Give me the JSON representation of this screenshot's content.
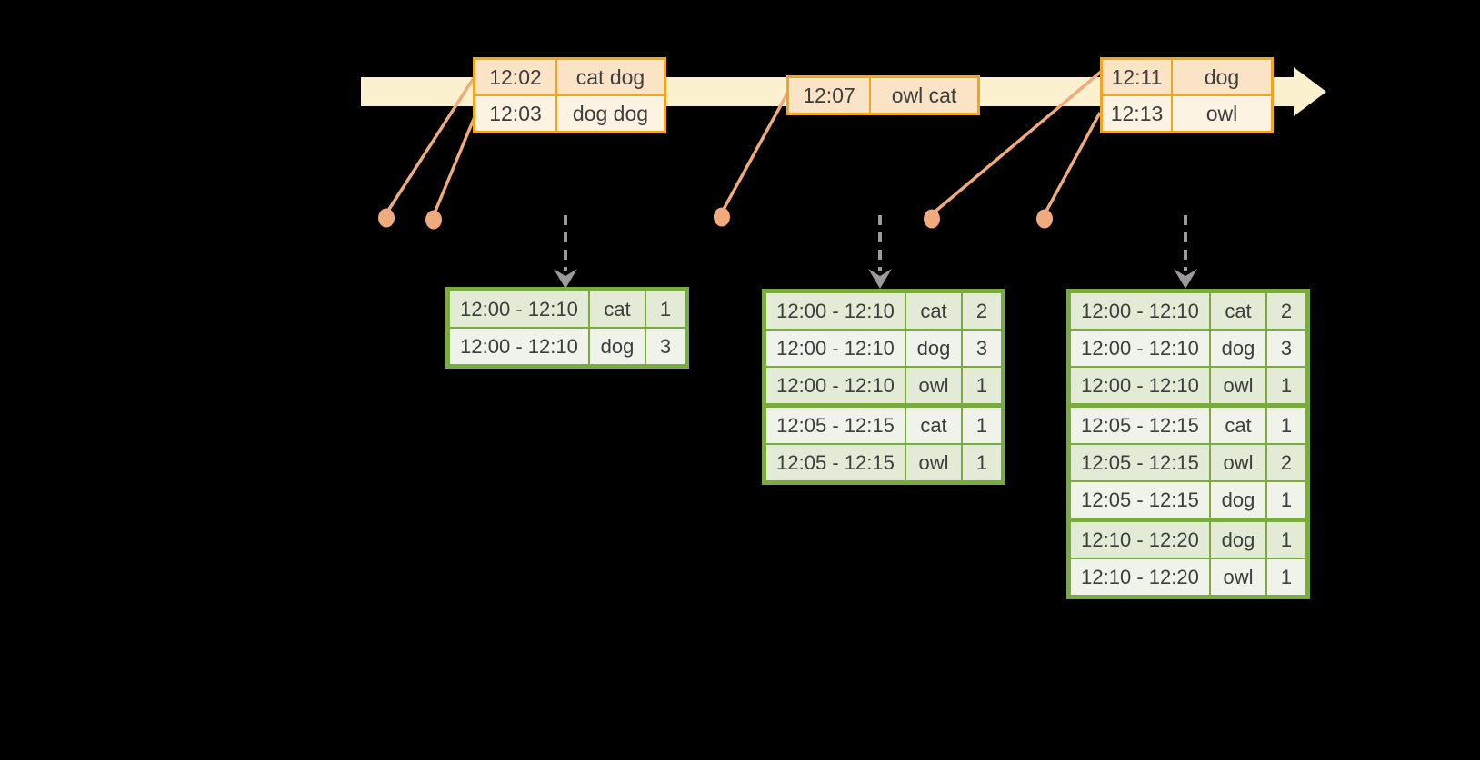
{
  "colors": {
    "background": "#000000",
    "timeline_fill": "#FBF1CE",
    "event_table_border": "#F0A621",
    "event_row_dark": "#FBE4C6",
    "event_row_light": "#FDF3E3",
    "connector_salmon": "#EFAA7D",
    "trigger_arrow_gray": "#9B9B9B",
    "result_table_border": "#79AB41",
    "result_row_dark": "#E3EBD6",
    "result_row_light": "#EFF3EA",
    "text": "#3E3E3E"
  },
  "icons": {
    "timeline_arrowhead": "right-arrowhead",
    "event_dot": "filled-circle",
    "trigger_arrow": "dashed-down-arrow"
  },
  "event_tables": [
    {
      "name": "events-batch-1",
      "rows": [
        [
          "12:02",
          "cat dog"
        ],
        [
          "12:03",
          "dog dog"
        ]
      ]
    },
    {
      "name": "events-batch-2",
      "rows": [
        [
          "12:07",
          "owl cat"
        ]
      ]
    },
    {
      "name": "events-batch-3",
      "rows": [
        [
          "12:11",
          "dog"
        ],
        [
          "12:13",
          "owl"
        ]
      ]
    }
  ],
  "result_tables": [
    {
      "name": "windowed-counts-1",
      "rows": [
        [
          "12:00 - 12:10",
          "cat",
          "1"
        ],
        [
          "12:00 - 12:10",
          "dog",
          "3"
        ]
      ],
      "group_breaks": []
    },
    {
      "name": "windowed-counts-2",
      "rows": [
        [
          "12:00 - 12:10",
          "cat",
          "2"
        ],
        [
          "12:00 - 12:10",
          "dog",
          "3"
        ],
        [
          "12:00 - 12:10",
          "owl",
          "1"
        ],
        [
          "12:05 - 12:15",
          "cat",
          "1"
        ],
        [
          "12:05 - 12:15",
          "owl",
          "1"
        ]
      ],
      "group_breaks": [
        3
      ]
    },
    {
      "name": "windowed-counts-3",
      "rows": [
        [
          "12:00 - 12:10",
          "cat",
          "2"
        ],
        [
          "12:00 - 12:10",
          "dog",
          "3"
        ],
        [
          "12:00 - 12:10",
          "owl",
          "1"
        ],
        [
          "12:05 - 12:15",
          "cat",
          "1"
        ],
        [
          "12:05 - 12:15",
          "owl",
          "2"
        ],
        [
          "12:05 - 12:15",
          "dog",
          "1"
        ],
        [
          "12:10 - 12:20",
          "dog",
          "1"
        ],
        [
          "12:10 - 12:20",
          "owl",
          "1"
        ]
      ],
      "group_breaks": [
        3,
        6
      ]
    }
  ]
}
